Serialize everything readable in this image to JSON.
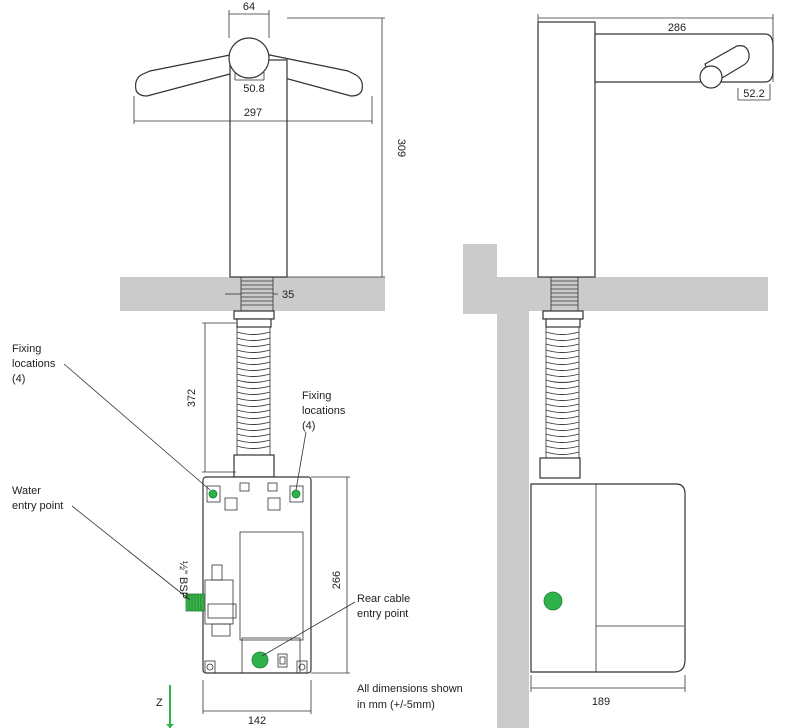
{
  "dimensions": {
    "stem_width": "64",
    "head_diameter": "50.8",
    "arm_span": "297",
    "tap_height": "309",
    "thread_diameter": "35",
    "hose_length": "372",
    "box_height": "266",
    "box_width": "142",
    "side_reach": "286",
    "outlet_diameter": "52.2",
    "box_depth": "189"
  },
  "labels": {
    "fixing_left": [
      "Fixing",
      "locations",
      "(4)"
    ],
    "fixing_right": [
      "Fixing",
      "locations",
      "(4)"
    ],
    "water_entry": [
      "Water",
      "entry point"
    ],
    "bsp": "½\" BSP",
    "rear_cable": [
      "Rear cable",
      "entry point"
    ],
    "z_axis": "Z",
    "note": [
      "All dimensions shown",
      "in mm (+/-5mm)"
    ]
  },
  "colors": {
    "green": "#2db34a",
    "wall": "#cbcbcb",
    "line": "#333333"
  }
}
